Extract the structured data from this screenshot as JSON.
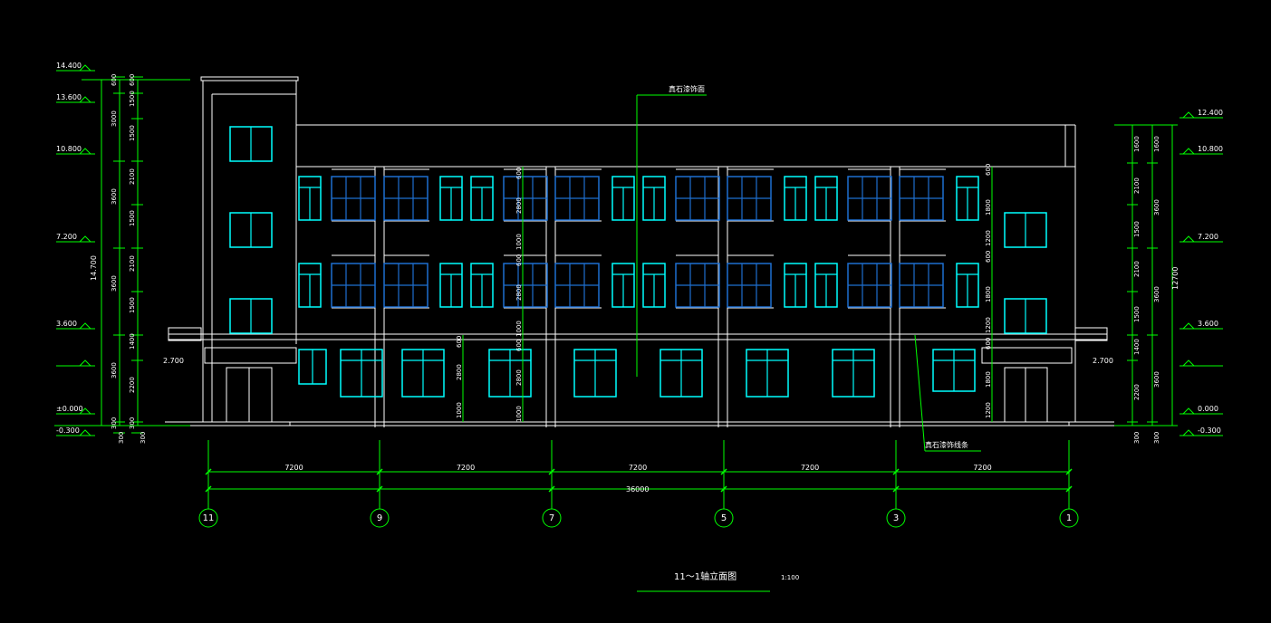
{
  "title": {
    "text": "11～1轴立面图",
    "scale": "1:100"
  },
  "notes": {
    "top": "真石漆饰面",
    "bottom": "真石漆饰线条"
  },
  "axes": {
    "labels": [
      "11",
      "9",
      "7",
      "5",
      "3",
      "1"
    ],
    "spans": [
      "7200",
      "7200",
      "7200",
      "7200",
      "7200"
    ],
    "total": "36000"
  },
  "elevations_left": [
    "14.400",
    "13.600",
    "10.800",
    "7.200",
    "3.600",
    "2.700",
    "±0.000",
    "-0.300"
  ],
  "elevations_right": [
    "12.400",
    "10.800",
    "7.200",
    "3.600",
    "2.700",
    "0.000",
    "-0.300"
  ],
  "dims_left": {
    "outer": [
      "14.700"
    ],
    "middle": [
      "600",
      "3000",
      "3600",
      "3600",
      "3600",
      "300"
    ],
    "inner": [
      "600",
      "1500",
      "1500",
      "2100",
      "1500",
      "2100",
      "1500",
      "1400",
      "2200",
      "300"
    ]
  },
  "dims_right": {
    "outer": [
      "12700"
    ],
    "middle": [
      "1600",
      "3600",
      "3600",
      "3600",
      "300"
    ],
    "inner": [
      "1600",
      "2100",
      "1500",
      "2100",
      "1500",
      "1400",
      "2200",
      "300"
    ]
  },
  "dims_center": {
    "col_a": [
      "600",
      "2800",
      "1000",
      "600",
      "2800",
      "1000",
      "600",
      "2800",
      "1000"
    ],
    "col_b": [
      "600",
      "1800",
      "1200",
      "600",
      "1800",
      "1200",
      "600",
      "1800",
      "1200"
    ]
  },
  "colors": {
    "background": "#000000",
    "building": "#ffffff",
    "window": "#00ffff",
    "window_blue": "#1e6fd0",
    "dimension": "#00ff00",
    "text": "#ffffff"
  }
}
